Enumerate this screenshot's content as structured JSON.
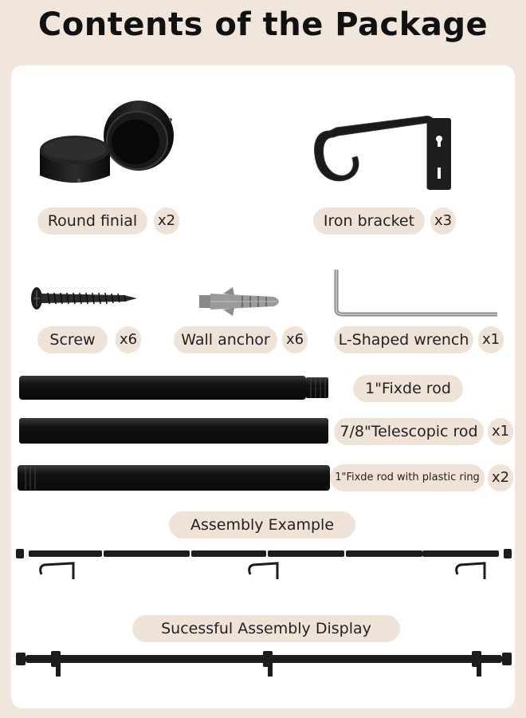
{
  "title": "Contents of the Package",
  "items": {
    "round_finial": {
      "label": "Round finial",
      "qty": "x2"
    },
    "iron_bracket": {
      "label": "Iron bracket",
      "qty": "x3"
    },
    "screw": {
      "label": "Screw",
      "qty": "x6"
    },
    "wall_anchor": {
      "label": "Wall anchor",
      "qty": "x6"
    },
    "wrench": {
      "label": "L-Shaped wrench",
      "qty": "x1"
    },
    "fixed_rod": {
      "label": "1\"Fixde rod"
    },
    "telescopic_rod": {
      "label": "7/8\"Telescopic rod",
      "qty": "x1"
    },
    "fixed_rod_ring": {
      "label": "1\"Fixde rod with plastic ring",
      "qty": "x2"
    }
  },
  "sections": {
    "assembly_example": "Assembly Example",
    "successful_display": "Sucessful Assembly Display"
  },
  "icons": {
    "finial": "round-finial-icon",
    "bracket": "iron-bracket-icon",
    "screw": "screw-icon",
    "anchor": "wall-anchor-icon",
    "wrench": "l-wrench-icon",
    "rod": "curtain-rod-icon"
  },
  "colors": {
    "background": "#f0e6dc",
    "panel": "#ffffff",
    "pill": "#efe3d8",
    "metal": "#1c1c1c"
  }
}
